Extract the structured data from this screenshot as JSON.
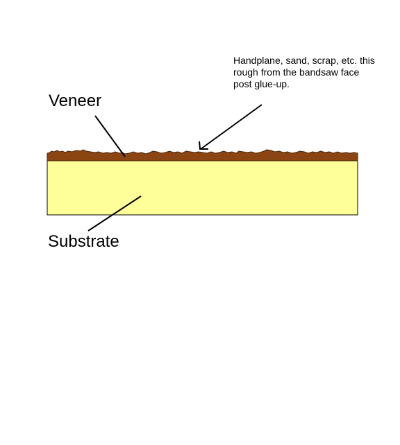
{
  "labels": {
    "veneer": "Veneer",
    "substrate": "Substrate"
  },
  "annotation": {
    "lines": [
      "Handplane, sand, scrap, etc. this",
      "rough from the bandsaw face",
      "post glue-up."
    ]
  },
  "colors": {
    "substrate_fill": "#ffff99",
    "veneer_fill": "#8b4513",
    "outline": "#000000",
    "background": "#ffffff"
  }
}
